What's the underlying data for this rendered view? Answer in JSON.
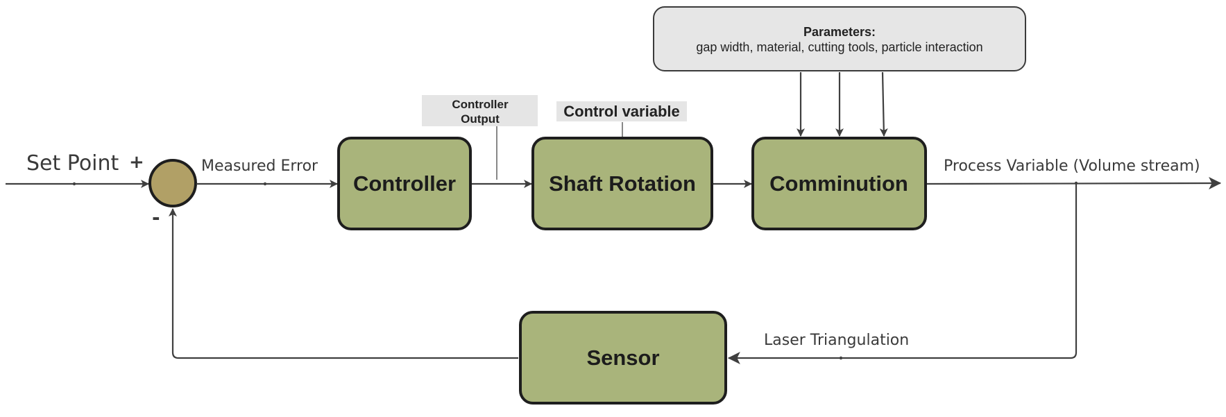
{
  "colors": {
    "block_fill": "#a9b47b",
    "block_border": "#1e1e1e",
    "summing_junction_fill": "#b1a066",
    "line": "#3f3f3f",
    "parameters_box_fill": "#e6e6e6",
    "tag_fill": "#e5e5e5"
  },
  "blocks": {
    "controller": "Controller",
    "shaft_rotation": "Shaft Rotation",
    "comminution": "Comminution",
    "sensor": "Sensor"
  },
  "labels": {
    "set_point": "Set Point",
    "plus_sign": "+",
    "minus_sign": "-",
    "measured_error": "Measured Error",
    "controller_output_line1": "Controller",
    "controller_output_line2": "Output",
    "control_variable": "Control variable",
    "process_variable": "Process Variable (Volume stream)",
    "laser_triangulation": "Laser Triangulation"
  },
  "parameters": {
    "title": "Parameters:",
    "items": "gap width, material, cutting tools, particle interaction"
  }
}
